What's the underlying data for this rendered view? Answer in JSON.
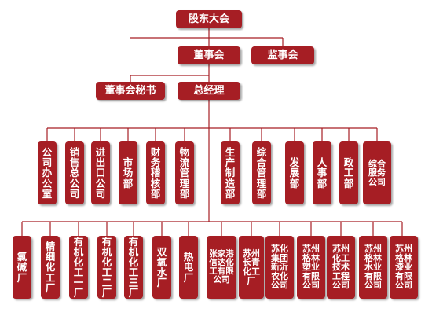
{
  "colors": {
    "box": "#a61e24",
    "line": "#a61e24",
    "text": "#ffffff"
  },
  "top": {
    "shareholders": "股东大会",
    "board": "董事会",
    "supervisors": "监事会",
    "secretary": "董事会秘书",
    "gm": "总经理"
  },
  "departments": [
    "公司办公室",
    "销售总公司",
    "进出口公司",
    "市场部",
    "财务稽核部",
    "物流管理部",
    "生产制造部",
    "综合管理部",
    "发展部",
    "人事部",
    "政工部",
    "综合服务公司"
  ],
  "factories": [
    "氯碱厂",
    "精细化工厂",
    "有机化工一厂",
    "有机化工二厂",
    "有机化工三厂",
    "双氧水厂",
    "热电厂",
    "张家港信达化工有限公司",
    "苏州长青化工厂",
    "苏化集团新沂农化公司",
    "苏州格林塑业有限公司",
    "苏州化工技术工程公司",
    "苏州格林水业有限公司",
    "苏州格林漆业有限公司"
  ]
}
